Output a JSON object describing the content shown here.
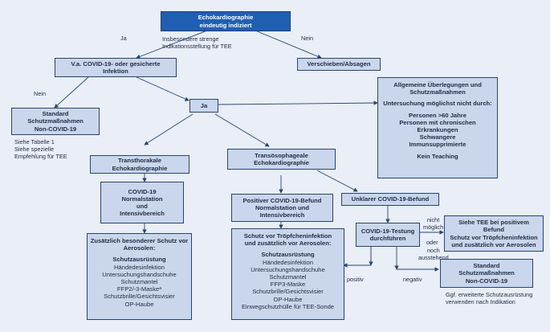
{
  "nodes": {
    "top": [
      "Echokardiographie",
      "eindeutig indiziert"
    ],
    "suspect": [
      "V.a. COVID-19- oder gesicherte",
      "Infektion"
    ],
    "postpone": "Verschieben/Absagen",
    "standard1": [
      "Standard",
      "Schutzmaßnahmen",
      "Non-COVID-19"
    ],
    "ja": "Ja",
    "general": {
      "title": [
        "Allgemeine Überlegungen und",
        "Schutzmaßnahmen"
      ],
      "intro": "Untersuchung möglichst nicht durch:",
      "items": [
        "Personen >60 Jahre",
        "Personen mit chronischen",
        "Erkrankungen",
        "Schwangere",
        "Immunsupprimierte"
      ],
      "footer": "Kein Teaching"
    },
    "tte": [
      "Transthorakale",
      "Echokardiographie"
    ],
    "tee": [
      "Transösophageale",
      "Echokardiographie"
    ],
    "tte_ward": [
      "COVID-19",
      "Normalstation",
      "und",
      "Intensivbereich"
    ],
    "tte_protect": {
      "title": [
        "Zusätzlich besonderer Schutz vor",
        "Aerosolen:"
      ],
      "heading": "Schutzausrüstung",
      "items": [
        "Händedesinfektion",
        "Untersuchungshandschuhe",
        "Schutzmantel",
        "FFP2/-3-Maskeᵃ",
        "Schutzbrille/Gesichtsvisier",
        "OP-Haube"
      ]
    },
    "positive": [
      "Positiver COVID-19-Befund",
      "Normalstation und",
      "Intensivbereich"
    ],
    "unclear": "Unklarer COVID-19-Befund",
    "tee_protect": {
      "title": [
        "Schutz vor Tröpfcheninfektion",
        "und zusätzlich vor Aerosolen:"
      ],
      "heading": "Schutzausrüstung",
      "items": [
        "Händedesinfektion",
        "Untersuchungshandschuhe",
        "Schutzmantel",
        "FFP3-Maske",
        "Schutzbrille/Gesichtsvisier",
        "OP-Haube",
        "Einwegschutzhülle für TEE-Sonde"
      ]
    },
    "testing": [
      "COVID-19-Testung",
      "durchführen"
    ],
    "see_tee": [
      "Siehe TEE bei positivem",
      "Befund",
      "Schutz vor Tröpfcheninfektion",
      "und zusätzlich vor Aerosolen"
    ],
    "standard2": [
      "Standard",
      "Schutzmaßnahmen",
      "Non-COVID-19"
    ]
  },
  "labels": {
    "ja": "Ja",
    "nein_top": "Nein",
    "strict": [
      "Insbesondere strenge",
      "Indikationsstellung für TEE"
    ],
    "nein_left": "Nein",
    "see_table": [
      "Siehe Tabelle 1",
      "Siehe spezielle",
      "Empfehlung für TEE"
    ],
    "not_possible": [
      "nicht",
      "möglich"
    ],
    "or": "oder",
    "pending": [
      "noch",
      "ausstehend"
    ],
    "positiv": "positiv",
    "negativ": "negativ",
    "extended": [
      "Ggf. erweiterte Schutzausrüstung",
      "verwenden nach Indikation"
    ]
  }
}
